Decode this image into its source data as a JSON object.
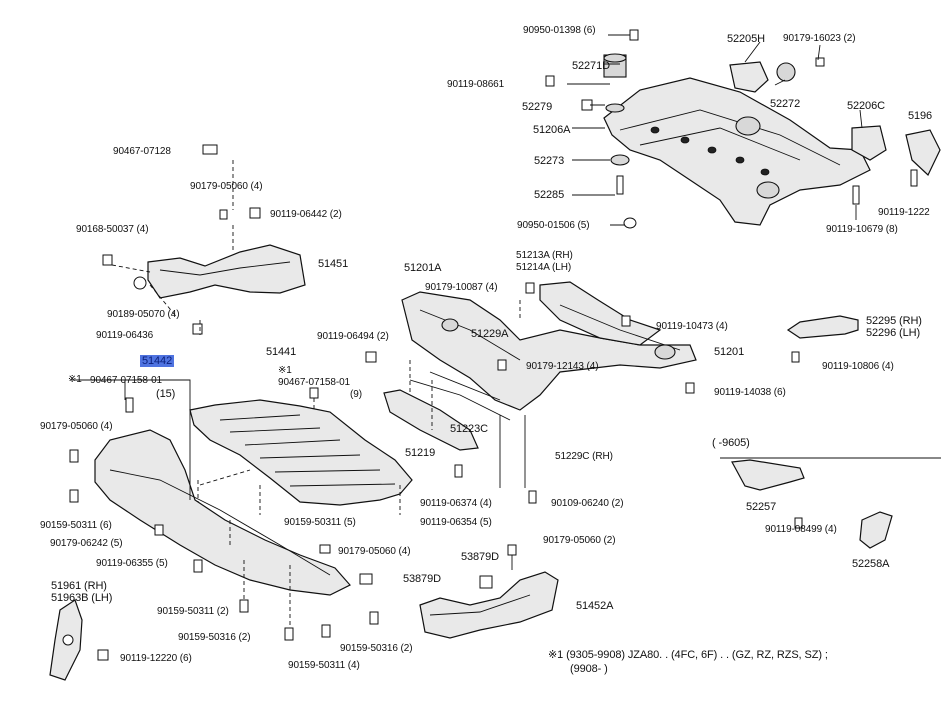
{
  "labels": {
    "l_90950_01398": "90950-01398 (6)",
    "l_52271D": "52271D",
    "l_52205H": "52205H",
    "l_90179_16023": "90179-16023 (2)",
    "l_90119_08661": "90119-08661",
    "l_52272": "52272",
    "l_52279": "52279",
    "l_52206C": "52206C",
    "l_5196x": "5196",
    "l_51206A": "51206A",
    "l_52273": "52273",
    "l_52285": "52285",
    "l_90950_01506": "90950-01506 (5)",
    "l_90119_10679": "90119-10679 (8)",
    "l_90119_1222x": "90119-1222",
    "l_90467_07128": "90467-07128",
    "l_90179_05060_a": "90179-05060 (4)",
    "l_90119_06442": "90119-06442 (2)",
    "l_90168_50037": "90168-50037 (4)",
    "l_51451": "51451",
    "l_90189_05070": "90189-05070 (4)",
    "l_90119_06436": "90119-06436",
    "l_51442": "51442",
    "l_note1_a": "※1",
    "l_90467_07158_a": "90467-07158-01",
    "l_qty15": "(15)",
    "l_51441": "51441",
    "l_note1_b": "※1",
    "l_90467_07158_b": "90467-07158-01",
    "l_qty9": "(9)",
    "l_51201A": "51201A",
    "l_51213A": "51213A (RH)",
    "l_51214A": "51214A (LH)",
    "l_90179_10087": "90179-10087 (4)",
    "l_90119_06494": "90119-06494 (2)",
    "l_51229A": "51229A",
    "l_90119_10473": "90119-10473 (4)",
    "l_51201": "51201",
    "l_90179_12143": "90179-12143 (4)",
    "l_90119_14038": "90119-14038 (6)",
    "l_52295": "52295 (RH)",
    "l_52296": "52296 (LH)",
    "l_90119_10806": "90119-10806 (4)",
    "l_90179_05060_b": "90179-05060 (4)",
    "l_51223C": "51223C",
    "l_51219": "51219",
    "l_51229C": "51229C (RH)",
    "l_9605": "(        -9605)",
    "l_52257": "52257",
    "l_90119_08499": "90119-08499 (4)",
    "l_52258A": "52258A",
    "l_90159_50311_a": "90159-50311 (6)",
    "l_90179_06242": "90179-06242 (5)",
    "l_90119_06355": "90119-06355 (5)",
    "l_90159_50311_b": "90159-50311 (5)",
    "l_90119_06354": "90119-06354 (5)",
    "l_90119_06374": "90119-06374 (4)",
    "l_90109_06240": "90109-06240 (2)",
    "l_90179_05060_c": "90179-05060 (4)",
    "l_90179_05060_d": "90179-05060 (2)",
    "l_53879D_a": "53879D",
    "l_53879D_b": "53879D",
    "l_51961": "51961  (RH)",
    "l_51963B": "51963B (LH)",
    "l_90159_50311_c": "90159-50311 (2)",
    "l_90159_50316_a": "90159-50316 (2)",
    "l_90159_50316_b": "90159-50316 (2)",
    "l_90159_50311_d": "90159-50311 (4)",
    "l_51452A": "51452A",
    "l_90119_12220": "90119-12220 (6)",
    "l_footnote1": "※1 (9305-9908) JZA80. . (4FC, 6F) . . (GZ, RZ, RZS, SZ) ;",
    "l_footnote2": "(9908-          )"
  }
}
